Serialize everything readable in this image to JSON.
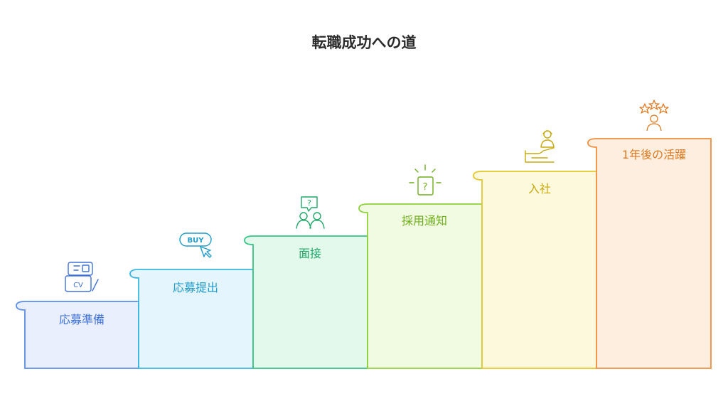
{
  "title": "転職成功への道",
  "steps": [
    {
      "label": "応募準備",
      "icon": "cv-document-icon",
      "icon_text": "CV",
      "stroke": "#5b8ee6",
      "fill": "#e9effd",
      "text_color": "#3f72d8"
    },
    {
      "label": "応募提出",
      "icon": "buy-cursor-icon",
      "icon_text": "BUY",
      "stroke": "#3ab6df",
      "fill": "#e5f5fd",
      "text_color": "#219bc9"
    },
    {
      "label": "面接",
      "icon": "interview-people-icon",
      "icon_text": "?",
      "stroke": "#35c483",
      "fill": "#e2f9ec",
      "text_color": "#1ea866"
    },
    {
      "label": "採用通知",
      "icon": "question-card-icon",
      "icon_text": "?",
      "stroke": "#8ed13a",
      "fill": "#f1fbe2",
      "text_color": "#6fae1b"
    },
    {
      "label": "入社",
      "icon": "welcome-person-icon",
      "icon_text": "",
      "stroke": "#e4c82c",
      "fill": "#fdf9dc",
      "text_color": "#c8a80b"
    },
    {
      "label": "1年後の活躍",
      "icon": "star-achiever-icon",
      "icon_text": "",
      "stroke": "#ef8f3f",
      "fill": "#fdeedf",
      "text_color": "#e07a22"
    }
  ]
}
